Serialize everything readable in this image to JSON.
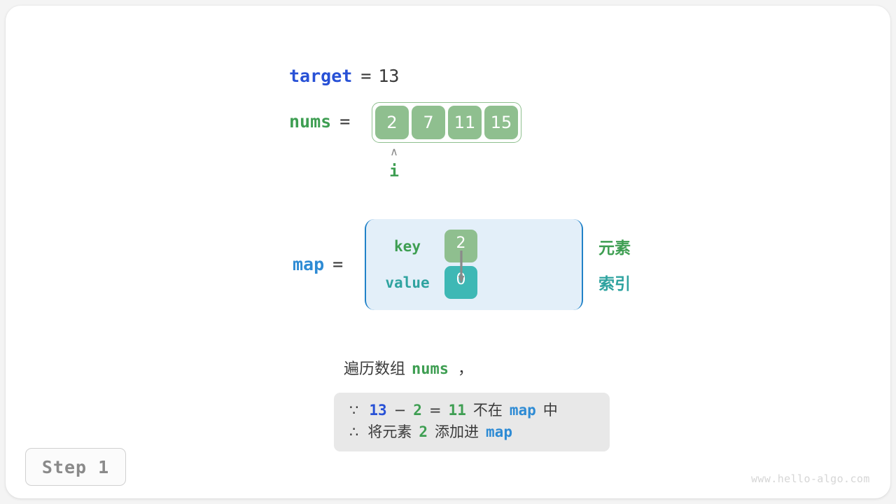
{
  "watermark": "www.hello-algo.com",
  "step_badge": {
    "label": "Step 1"
  },
  "colors": {
    "blue": "#2851d6",
    "light_blue": "#2e8bd4",
    "green": "#3e9e52",
    "teal": "#2fa3a0",
    "cell_green": "#8fbf8f",
    "cell_teal": "#3eb8b5",
    "map_bg": "#e3eff9",
    "map_border": "#2182c8",
    "note_bg": "#e8e8e8",
    "dark_text": "#3a3a3a",
    "gray_text": "#8a8a8a"
  },
  "target": {
    "name": "target",
    "equals": "=",
    "value": "13"
  },
  "nums": {
    "name": "nums",
    "equals": "=",
    "cells": [
      "2",
      "7",
      "11",
      "15"
    ],
    "pointer": {
      "caret": "∧",
      "label": "i",
      "index": 0
    }
  },
  "map": {
    "name": "map",
    "equals": "=",
    "key_label": "key",
    "value_label": "value",
    "key_cell": "2",
    "value_cell": "0",
    "legend": {
      "element": "元素",
      "index": "索引"
    }
  },
  "caption": {
    "prefix": "遍历数组",
    "keyword": "nums",
    "comma": "，"
  },
  "note": {
    "line1": {
      "symbol": "∵",
      "a": "13",
      "minus": "−",
      "b": "2",
      "eq": "=",
      "c": "11",
      "text": "不在",
      "map": "map",
      "tail": "中"
    },
    "line2": {
      "symbol": "∴",
      "text1": "将元素",
      "v": "2",
      "text2": "添加进",
      "map": "map"
    }
  }
}
